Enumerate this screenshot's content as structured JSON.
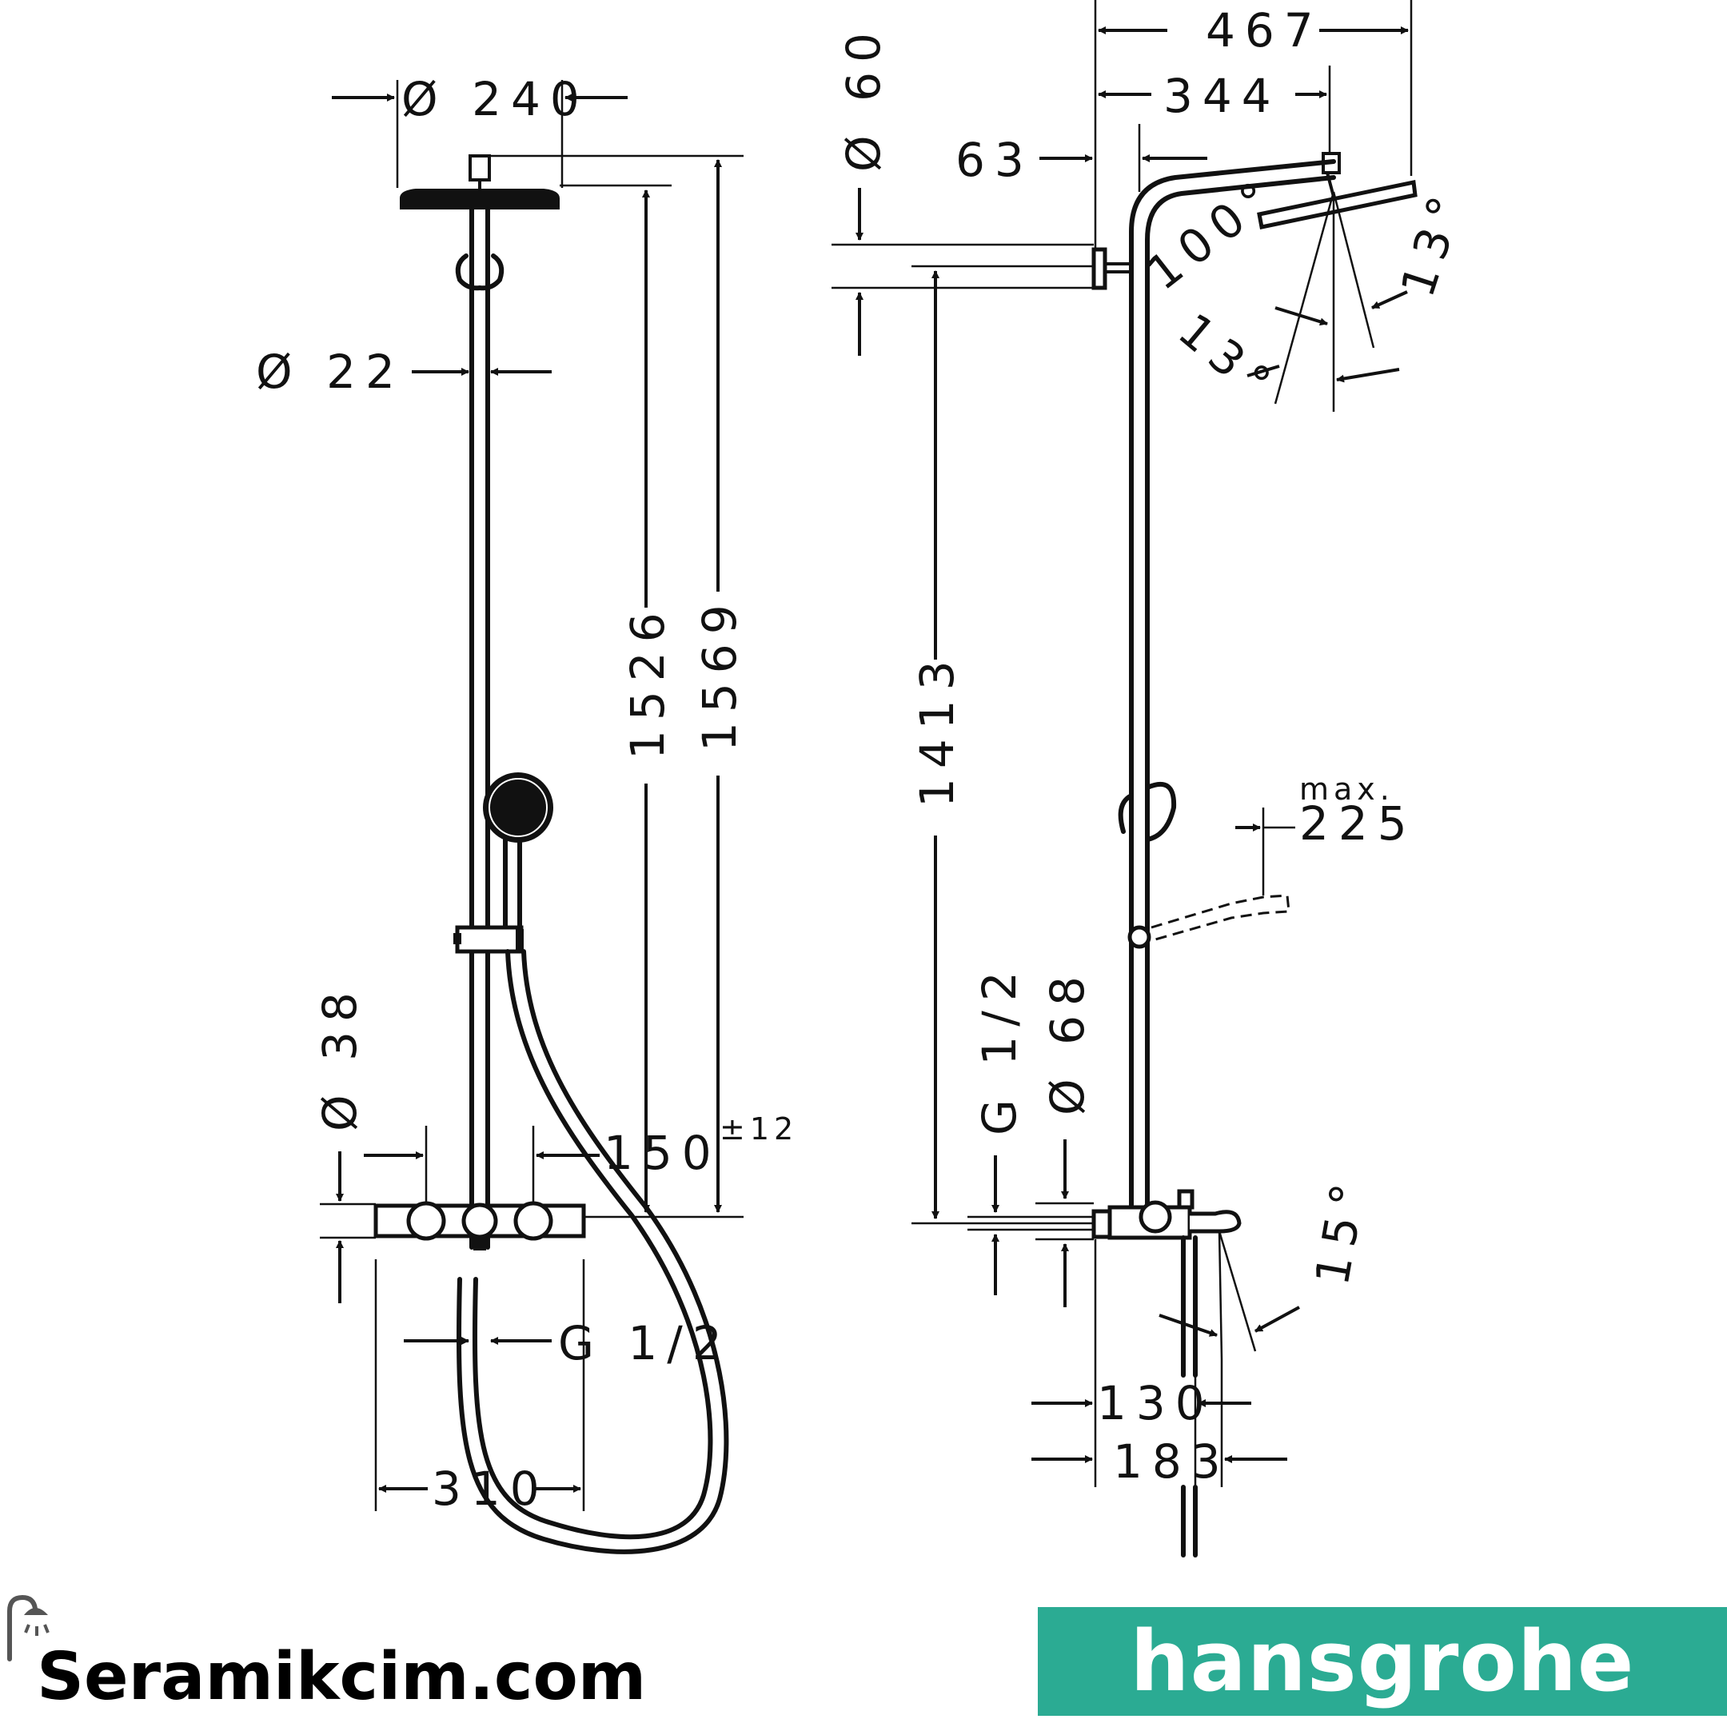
{
  "dimensions": {
    "shower_head_diameter": "Ø 240",
    "pipe_diameter": "Ø 22",
    "height_1526": "1526",
    "height_1569": "1569",
    "ring_diameter": "Ø 38",
    "center_distance": "150",
    "center_tolerance": "±12",
    "connection": "G 1/2",
    "mixer_width": "310",
    "overall_depth": "467",
    "arm_depth": "344",
    "arm_offset": "63",
    "arm_diameter": "Ø 60",
    "arm_angle": "100°",
    "tilt_angle_1": "13°",
    "tilt_angle_2": "13°",
    "side_height": "1413",
    "hose_max_label": "max.",
    "hose_max_value": "225",
    "side_connection": "G 1/2",
    "escutcheon_diameter": "Ø 68",
    "spout_angle": "15°",
    "spout_depth_1": "130",
    "spout_depth_2": "183"
  },
  "brand": {
    "name": "hansgrohe",
    "color": "#2bab93"
  },
  "site": {
    "name": "Seramikcim.com",
    "icon": "shower-icon"
  }
}
